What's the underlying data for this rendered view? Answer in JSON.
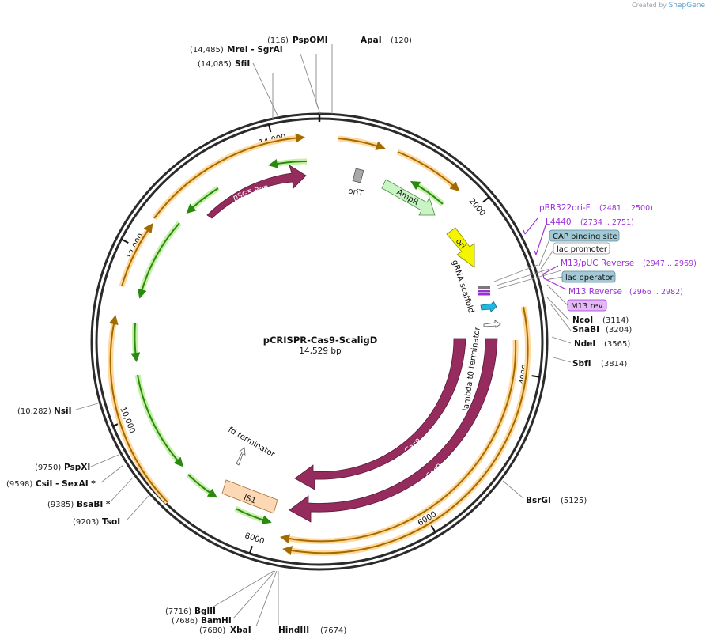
{
  "branding": {
    "created_by": "Created by",
    "app": "SnapGene"
  },
  "plasmid": {
    "name": "pCRISPR-Cas9-ScaligD",
    "size_label": "14,529 bp",
    "length": 14529
  },
  "ticks": [
    {
      "bp": 2000,
      "label": "2000"
    },
    {
      "bp": 4000,
      "label": "4000"
    },
    {
      "bp": 6000,
      "label": "6000"
    },
    {
      "bp": 8000,
      "label": "8000"
    },
    {
      "bp": 10000,
      "label": "10,000"
    },
    {
      "bp": 12000,
      "label": "12,000"
    },
    {
      "bp": 14000,
      "label": "14,000"
    }
  ],
  "sites": [
    {
      "name": "PspOMI",
      "pos": "(116)"
    },
    {
      "name": "ApaI",
      "pos": "(120)"
    },
    {
      "name": "MreI - SgrAI",
      "pos": "(14,485)"
    },
    {
      "name": "SfiI",
      "pos": "(14,085)"
    },
    {
      "name": "NcoI",
      "pos": "(3114)"
    },
    {
      "name": "SnaBI",
      "pos": "(3204)"
    },
    {
      "name": "NdeI",
      "pos": "(3565)"
    },
    {
      "name": "SbfI",
      "pos": "(3814)"
    },
    {
      "name": "BsrGI",
      "pos": "(5125)"
    },
    {
      "name": "HindIII",
      "pos": "(7674)"
    },
    {
      "name": "XbaI",
      "pos": "(7680)"
    },
    {
      "name": "BamHI",
      "pos": "(7686)"
    },
    {
      "name": "BglII",
      "pos": "(7716)"
    },
    {
      "name": "TsoI",
      "pos": "(9203)"
    },
    {
      "name": "BsaBI *",
      "pos": "(9385)"
    },
    {
      "name": "CsiI - SexAI *",
      "pos": "(9598)"
    },
    {
      "name": "PspXI",
      "pos": "(9750)"
    },
    {
      "name": "NsiI",
      "pos": "(10,282)"
    }
  ],
  "primers": [
    {
      "name": "pBR322ori-F",
      "range": "(2481 .. 2500)"
    },
    {
      "name": "L4440",
      "range": "(2734 .. 2751)"
    },
    {
      "name": "M13/pUC Reverse",
      "range": "(2947 .. 2969)"
    },
    {
      "name": "M13 Reverse",
      "range": "(2966 .. 2982)"
    }
  ],
  "boxed_features": [
    {
      "name": "CAP binding site",
      "fill": "#a3c9d6"
    },
    {
      "name": "lac promoter",
      "fill": "#ffffff"
    },
    {
      "name": "lac operator",
      "fill": "#a3c9d6"
    },
    {
      "name": "M13 rev",
      "fill": "#e3b8f5"
    }
  ],
  "features": [
    {
      "name": "pSG5 Rep",
      "color": "#962b5e"
    },
    {
      "name": "oriT",
      "color": "#a9a9a9"
    },
    {
      "name": "AmpR",
      "color": "#c9f5c4"
    },
    {
      "name": "ori",
      "color": "#f5f500"
    },
    {
      "name": "gRNA scaffold",
      "color": "#20b8e0"
    },
    {
      "name": "lambda t0 terminator",
      "color": "#ffffff"
    },
    {
      "name": "Cas9",
      "color": "#962b5e"
    },
    {
      "name": "Cas9",
      "color": "#962b5e"
    },
    {
      "name": "fd terminator",
      "color": "#ffffff"
    },
    {
      "name": "IS1",
      "color": "#fcd9b4"
    }
  ],
  "colors": {
    "orf_orange": "#ffbf66",
    "orf_green": "#8fd46a",
    "backbone": "#2b2b2b"
  }
}
